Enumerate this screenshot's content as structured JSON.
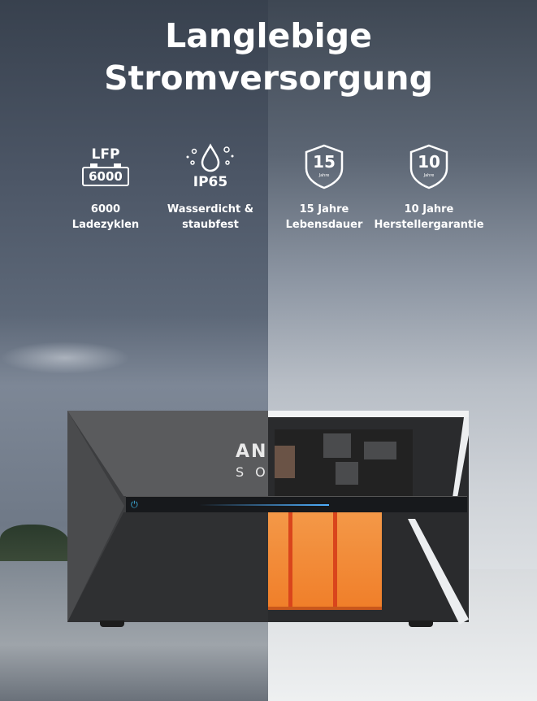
{
  "headline": {
    "line1": "Langlebige",
    "line2": "Stromversorgung"
  },
  "features": [
    {
      "icon": "battery-icon",
      "icon_top": "LFP",
      "icon_value": "6000",
      "line1": "6000",
      "line2": "Ladezyklen"
    },
    {
      "icon": "water-drop-icon",
      "icon_value": "IP65",
      "line1": "Wasserdicht &",
      "line2": "staubfest"
    },
    {
      "icon": "shield-icon",
      "icon_value": "15",
      "icon_sub": "Jahre",
      "line1": "15 Jahre",
      "line2": "Lebensdauer"
    },
    {
      "icon": "shield-icon",
      "icon_value": "10",
      "icon_sub": "Jahre",
      "line1": "10 Jahre",
      "line2": "Herstellergarantie"
    }
  ],
  "product": {
    "brand_line1": "ANK",
    "brand_line2": "SO"
  }
}
